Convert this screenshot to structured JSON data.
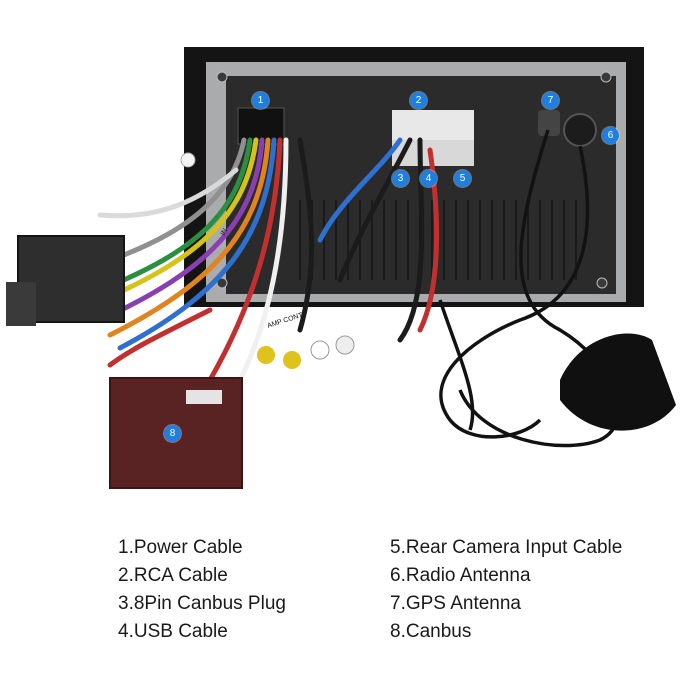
{
  "badges": [
    "1",
    "2",
    "3",
    "4",
    "5",
    "6",
    "7",
    "8"
  ],
  "legend": {
    "left": [
      "1.Power Cable",
      "2.RCA Cable",
      "3.8Pin Canbus Plug",
      "4.USB Cable"
    ],
    "right": [
      "5.Rear Camera Input Cable",
      "6.Radio Antenna",
      "7.GPS Antenna",
      "8.Canbus"
    ]
  },
  "colors": {
    "badge": "#1f7fe0",
    "unit_body": "#2a2a2a",
    "canbus_box": "#5a2323"
  },
  "icons": [
    "head-unit-rear-photo",
    "wiring-harness",
    "gps-antenna-puck"
  ]
}
